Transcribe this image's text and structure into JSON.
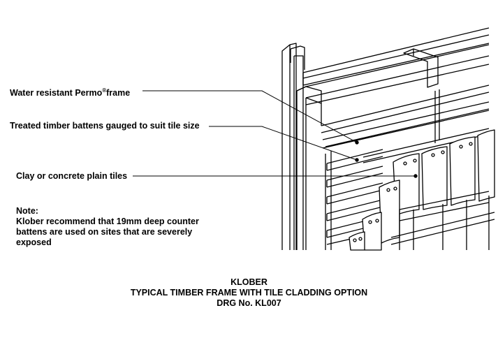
{
  "labels": {
    "frame_main": "Water resistant Permo",
    "frame_reg": "®",
    "frame_tail": "frame",
    "battens": "Treated timber battens gauged to suit tile size",
    "tiles": "Clay or concrete plain tiles"
  },
  "note": {
    "heading": "Note:",
    "lines": [
      "Klober recommend that 19mm deep counter",
      "battens are used on sites that are severely",
      "exposed"
    ]
  },
  "title_block": {
    "company": "KLOBER",
    "title": "TYPICAL TIMBER FRAME WITH TILE CLADDING OPTION",
    "drawing_number": "DRG No. KL007"
  }
}
